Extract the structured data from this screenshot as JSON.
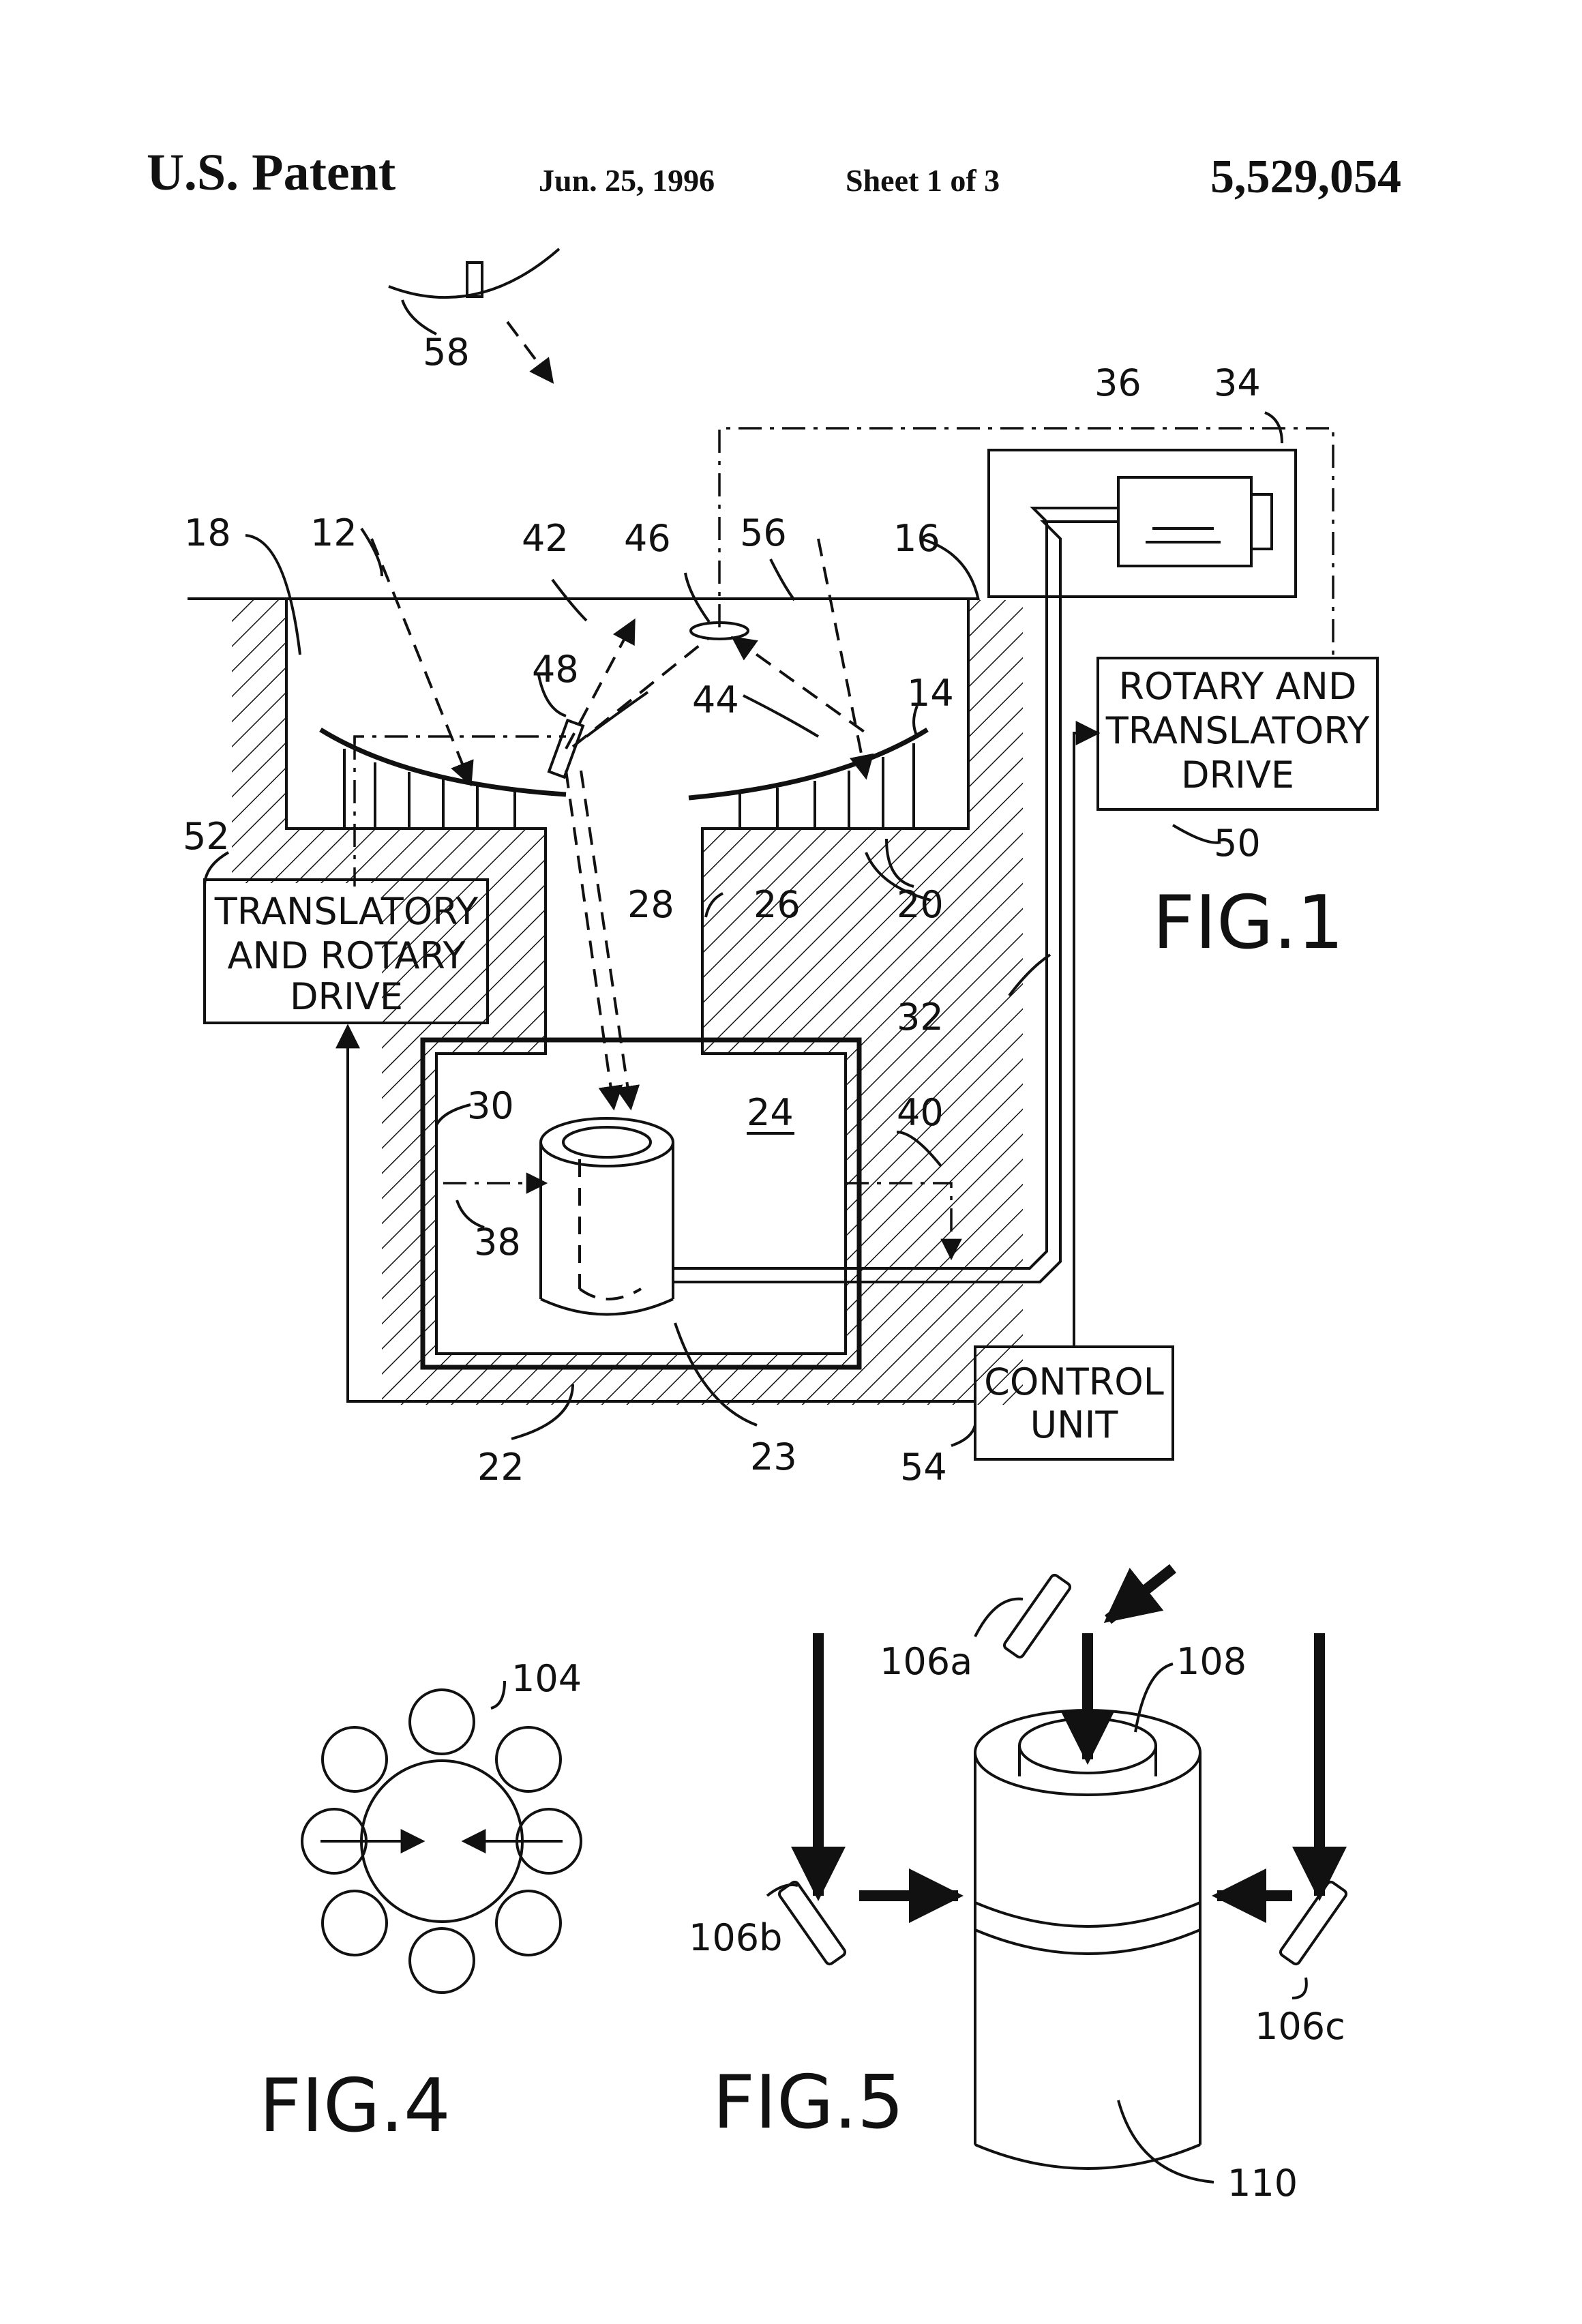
{
  "header": {
    "publication": "U.S. Patent",
    "date": "Jun. 25, 1996",
    "sheet": "Sheet 1 of 3",
    "patent_number": "5,529,054"
  },
  "figures": {
    "fig1": {
      "label": "FIG.1",
      "rotary_drive_lines": [
        "ROTARY AND",
        "TRANSLATORY",
        "DRIVE"
      ],
      "translatory_drive_lines": [
        "TRANSLATORY",
        "AND ROTARY",
        "DRIVE"
      ],
      "control_unit_lines": [
        "CONTROL",
        "UNIT"
      ],
      "refs": {
        "r58": "58",
        "r36": "36",
        "r34": "34",
        "r18": "18",
        "r12": "12",
        "r42": "42",
        "r46": "46",
        "r56": "56",
        "r16": "16",
        "r48": "48",
        "r44": "44",
        "r14": "14",
        "r52": "52",
        "r28": "28",
        "r26": "26",
        "r20": "20",
        "r50": "50",
        "r32": "32",
        "r30": "30",
        "r24": "24",
        "r40": "40",
        "r38": "38",
        "r22": "22",
        "r23": "23",
        "r54": "54"
      }
    },
    "fig4": {
      "label": "FIG.4",
      "refs": {
        "r104": "104"
      }
    },
    "fig5": {
      "label": "FIG.5",
      "refs": {
        "r106a": "106a",
        "r108": "108",
        "r106b": "106b",
        "r106c": "106c",
        "r110": "110"
      }
    }
  }
}
